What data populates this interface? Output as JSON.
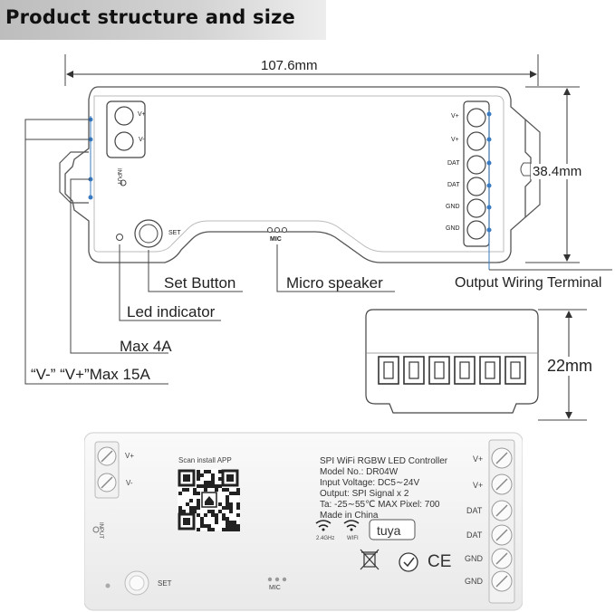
{
  "header": {
    "title": "Product structure and size"
  },
  "dimensions": {
    "length": "107.6mm",
    "width": "38.4mm",
    "height": "22mm"
  },
  "left_terminal": {
    "top": "V+",
    "bottom": "V-",
    "input_label": "INPUT"
  },
  "right_terminal": {
    "labels": [
      "V+",
      "V+",
      "DAT",
      "DAT",
      "GND",
      "GND"
    ]
  },
  "board": {
    "set_label": "SET",
    "mic_label": "MIC"
  },
  "callouts": {
    "set_button": "Set Button",
    "micro_speaker": "Micro speaker",
    "led_indicator": "Led indicator",
    "max_4a": "Max 4A",
    "max_15a": "“V-” “V+”Max 15A",
    "output_wiring": "Output Wiring Terminal"
  },
  "product_photo": {
    "scan_label": "Scan install APP",
    "spec_lines": [
      "SPI WiFi RGBW LED Controller",
      "Model No.: DR04W",
      "Input Voltage: DC5∼24V",
      "Output: SPI Signal x 2",
      "Ta: -25∼55℃  MAX Pixel: 700",
      "Made in China"
    ],
    "wifi_24": "2.4GHz",
    "wifi": "WIFI",
    "brand": "tuya",
    "ce_mark": "CE",
    "left_labels": [
      "V+",
      "V-"
    ],
    "input_label": "INPUT",
    "right_labels": [
      "V+",
      "V+",
      "DAT",
      "DAT",
      "GND",
      "GND"
    ],
    "set_label": "SET",
    "mic_label": "MIC"
  }
}
